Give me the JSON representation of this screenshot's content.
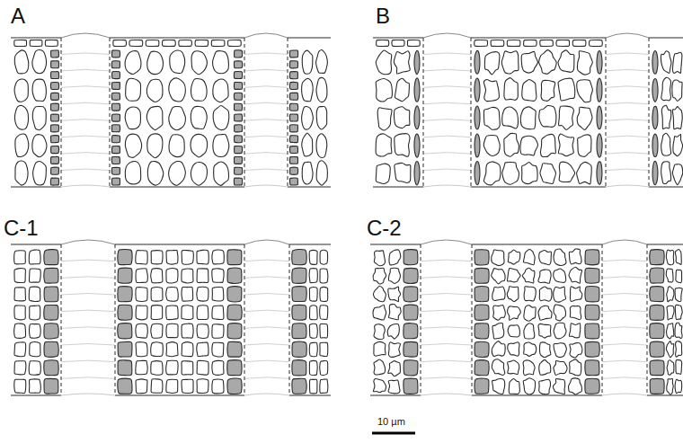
{
  "diagram": {
    "labels": [
      "A",
      "B",
      "C-1",
      "C-2",
      "10 µm"
    ]
  }
}
